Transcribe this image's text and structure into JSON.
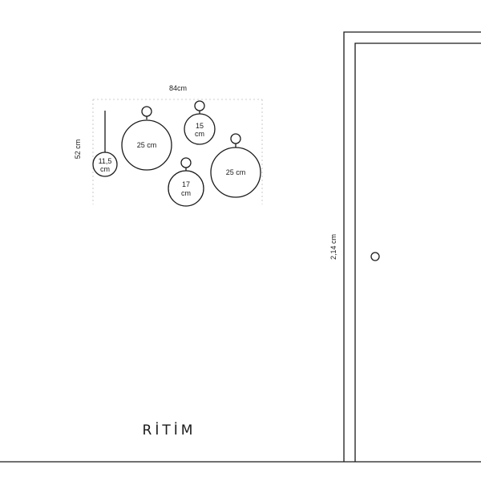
{
  "dimensions": {
    "width_label": "84cm",
    "height_label": "52 cm",
    "door_height_label": "2,14 cm"
  },
  "mirrors": [
    {
      "id": "small",
      "line1": "11,5",
      "line2": "cm"
    },
    {
      "id": "large-left",
      "line1": "25 cm"
    },
    {
      "id": "top-right",
      "line1": "15",
      "line2": "cm"
    },
    {
      "id": "bottom-center",
      "line1": "17",
      "line2": "cm"
    },
    {
      "id": "large-right",
      "line1": "25 cm"
    }
  ],
  "brand": {
    "name": "RİTİM"
  },
  "colors": {
    "line": "#1a1a1a",
    "guide": "#bdbdbd",
    "background": "#ffffff"
  }
}
